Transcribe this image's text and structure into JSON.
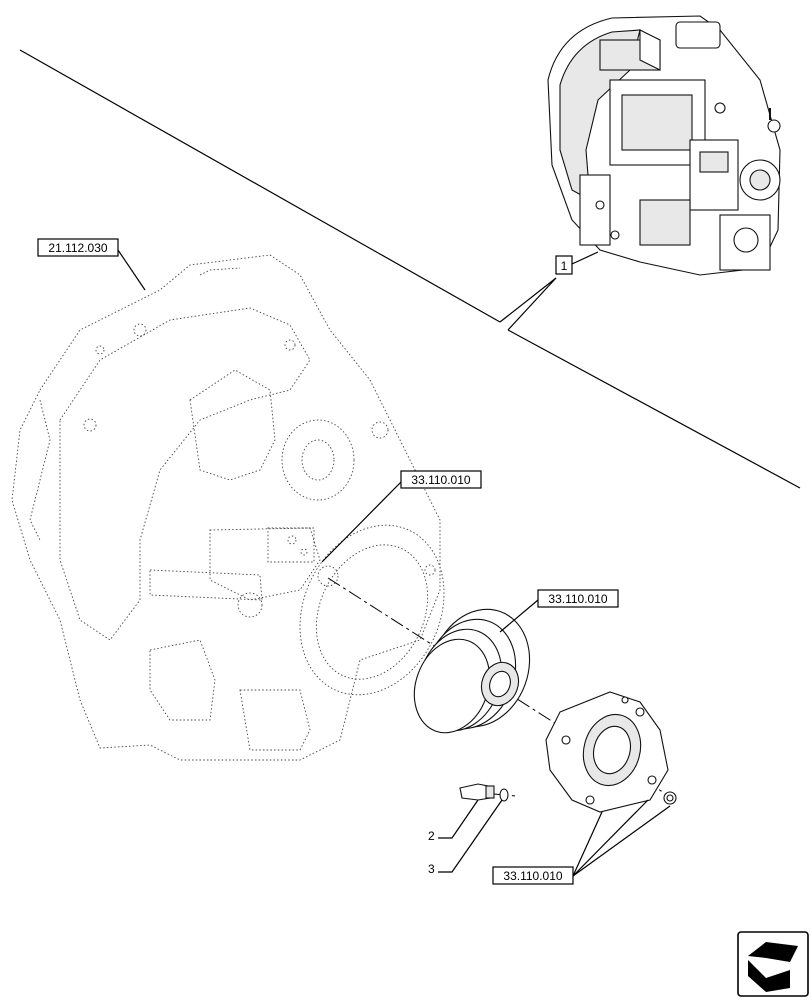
{
  "diagram": {
    "ref_labels": {
      "housing": "21.112.030",
      "upper_shaft": "33.110.010",
      "disc_pack": "33.110.010",
      "cover": "33.110.010"
    },
    "callouts": {
      "assembly": "1",
      "pin": "2",
      "washer": "3"
    },
    "icons": {
      "nav": "forward-arrow-icon"
    }
  }
}
